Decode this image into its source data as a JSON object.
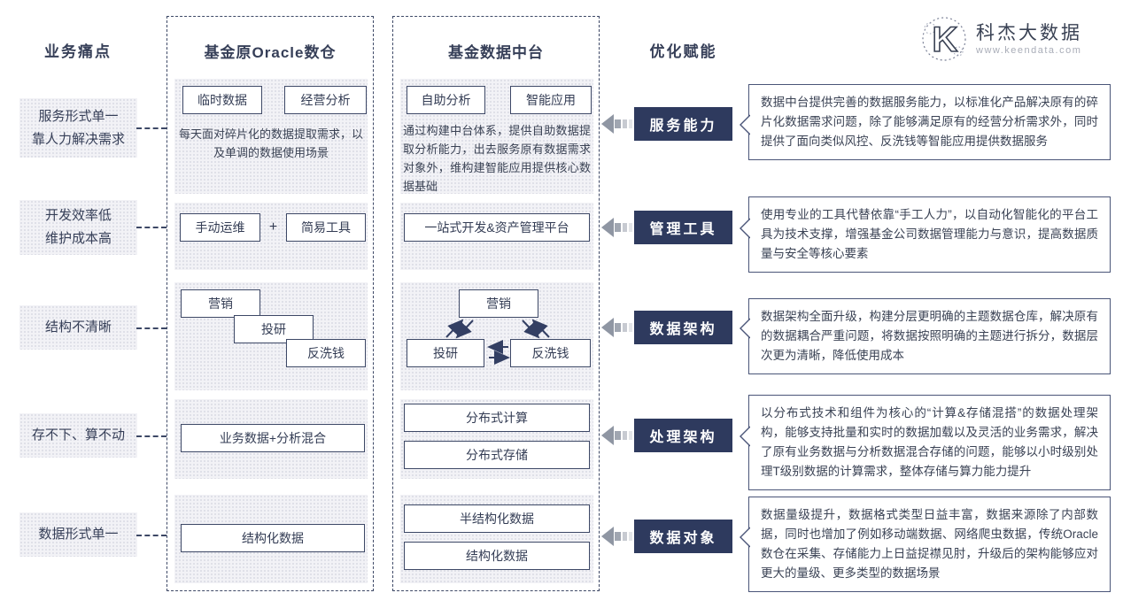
{
  "brand": {
    "name": "科杰大数据",
    "url": "www.keendata.com"
  },
  "columns": {
    "pain": {
      "title": "业务痛点"
    },
    "oracle": {
      "title": "基金原Oracle数仓"
    },
    "platform": {
      "title": "基金数据中台"
    },
    "optimize": {
      "title": "优化赋能"
    }
  },
  "pain_points": [
    {
      "lines": [
        "服务形式单一",
        "靠人力解决需求"
      ]
    },
    {
      "lines": [
        "开发效率低",
        "维护成本高"
      ]
    },
    {
      "lines": [
        "结构不清晰"
      ]
    },
    {
      "lines": [
        "存不下、算不动"
      ]
    },
    {
      "lines": [
        "数据形式单一"
      ]
    }
  ],
  "oracle": {
    "row1": {
      "boxes": [
        "临时数据",
        "经营分析"
      ],
      "caption": "每天面对碎片化的数据提取需求，以及单调的数据使用场景"
    },
    "row2": {
      "boxes": [
        "手动运维",
        "简易工具"
      ],
      "plus": "+"
    },
    "row3": {
      "stack": [
        "营销",
        "投研",
        "反洗钱"
      ]
    },
    "row4": {
      "box": "业务数据+分析混合"
    },
    "row5": {
      "box": "结构化数据"
    }
  },
  "platform": {
    "row1": {
      "boxes": [
        "自助分析",
        "智能应用"
      ],
      "caption": "通过构建中台体系，提供自助数据提取分析能力，出去服务原有数据需求对象外，维构建智能应用提供核心数据基础"
    },
    "row2": {
      "box": "一站式开发&资产管理平台"
    },
    "row3": {
      "nodes": [
        "营销",
        "投研",
        "反洗钱"
      ]
    },
    "row4": {
      "boxes": [
        "分布式计算",
        "分布式存储"
      ]
    },
    "row5": {
      "boxes": [
        "半结构化数据",
        "结构化数据"
      ]
    }
  },
  "optimizations": [
    {
      "label": "服务能力",
      "desc": "数据中台提供完善的数据服务能力，以标准化产品解决原有的碎片化数据需求问题，除了能够满足原有的经营分析需求外，同时提供了面向类似风控、反洗钱等智能应用提供数据服务"
    },
    {
      "label": "管理工具",
      "desc": "使用专业的工具代替依靠“手工人力”，以自动化智能化的平台工具为技术支撑，增强基金公司数据管理能力与意识，提高数据质量与安全等核心要素"
    },
    {
      "label": "数据架构",
      "desc": "数据架构全面升级，构建分层更明确的主题数据仓库，解决原有的数据耦合严重问题，将数据按照明确的主题进行拆分，数据层次更为清晰，降低使用成本"
    },
    {
      "label": "处理架构",
      "desc": "以分布式技术和组件为核心的“计算&存储混搭”的数据处理架构，能够支持批量和实时的数据加载以及灵活的业务需求，解决了原有业务数据与分析数据混合存储的问题，能够以小时级别处理T级别数据的计算需求，整体存储与算力能力提升"
    },
    {
      "label": "数据对象",
      "desc": "数据量级提升，数据格式类型日益丰富，数据来源除了内部数据，同时也增加了例如移动端数据、网络爬虫数据，传统Oracle数仓在采集、存储能力上日益捉襟见肘，升级后的架构能够应对更大的量级、更多类型的数据场景"
    }
  ],
  "colors": {
    "navy": "#2e3a5e",
    "border": "#3d4866",
    "text": "#3a4254",
    "arrow_gray": "#8f96a3"
  }
}
